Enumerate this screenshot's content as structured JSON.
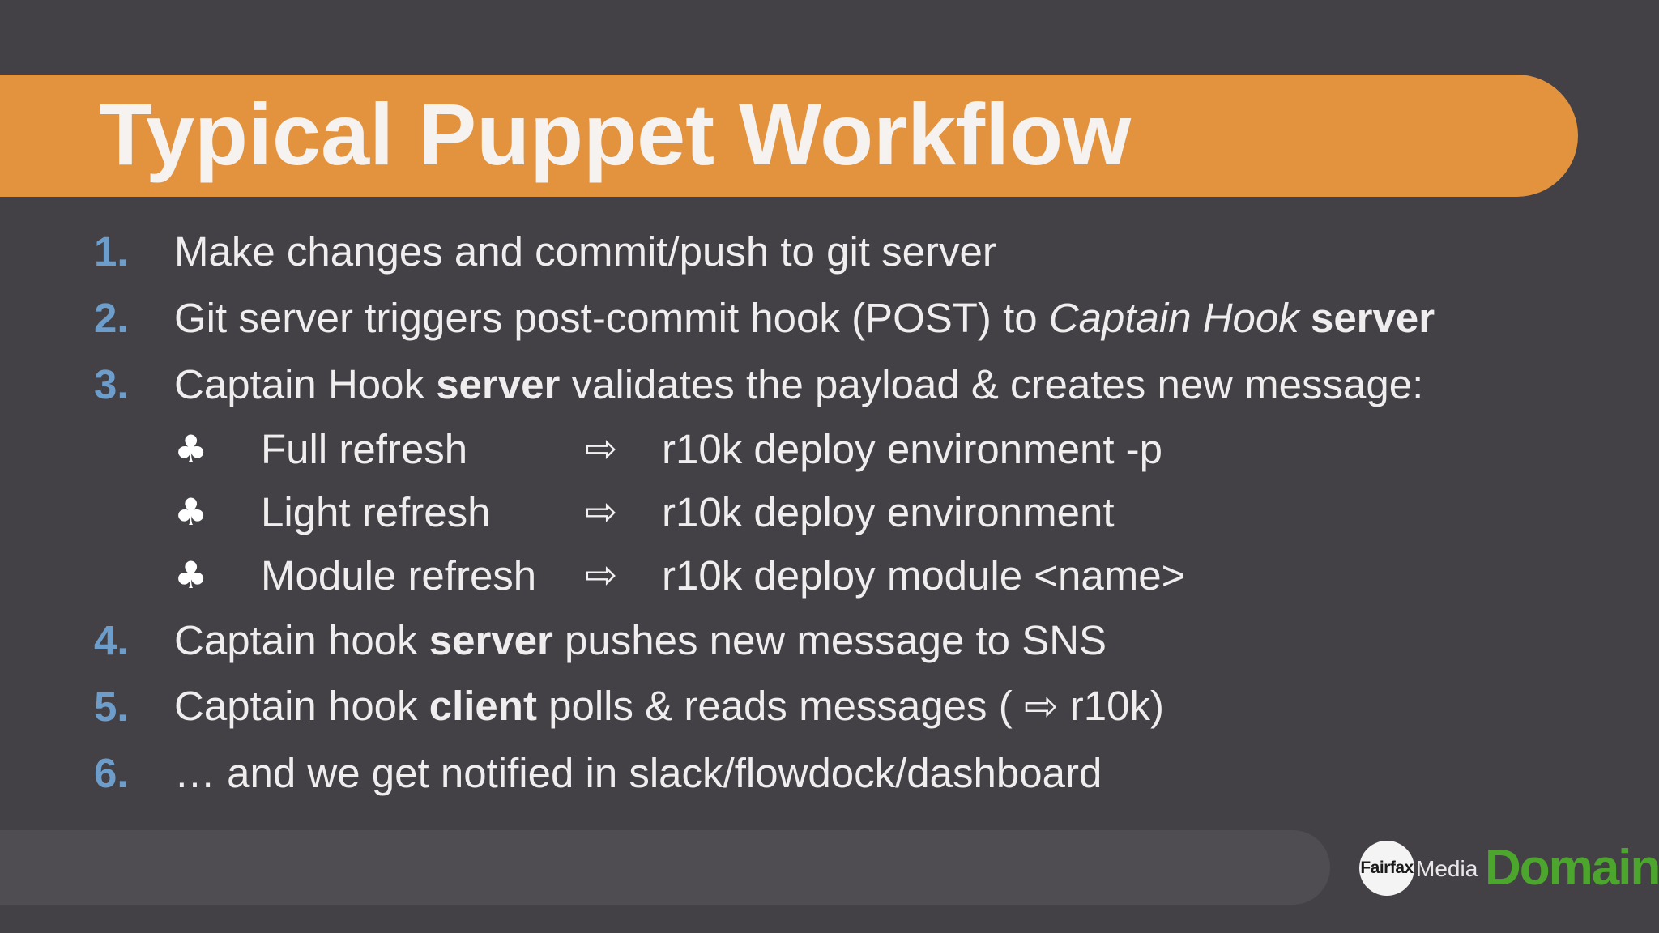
{
  "slide": {
    "title": "Typical Puppet Workflow",
    "list": [
      {
        "number": "1.",
        "parts": [
          {
            "text": "Make changes and commit/push to git server"
          }
        ]
      },
      {
        "number": "2.",
        "parts": [
          {
            "text": "Git server triggers post-commit hook (POST) to "
          },
          {
            "text": "Captain Hook"
          },
          {
            "text": " "
          },
          {
            "text": "server"
          }
        ]
      },
      {
        "number": "3.",
        "parts": [
          {
            "text": "Captain Hook "
          },
          {
            "text": "server"
          },
          {
            "text": " validates the payload & creates new message:"
          }
        ]
      },
      {
        "number": "4.",
        "parts": [
          {
            "text": "Captain hook "
          },
          {
            "text": "server"
          },
          {
            "text": " pushes new message to SNS"
          }
        ]
      },
      {
        "number": "5.",
        "parts": [
          {
            "text": "Captain hook "
          },
          {
            "text": "client"
          },
          {
            "text": " polls & reads messages ( "
          },
          {
            "text": "⇨"
          },
          {
            "text": " r10k)"
          }
        ]
      },
      {
        "number": "6.",
        "parts": [
          {
            "text": "… and we get notified in slack/flowdock/dashboard"
          }
        ]
      }
    ],
    "sub_list": {
      "bullet_icon": "♣",
      "arrow_icon": "⇨",
      "rows": [
        {
          "label": "Full refresh",
          "command": "r10k deploy environment -p"
        },
        {
          "label": "Light refresh",
          "command": "r10k deploy environment"
        },
        {
          "label": "Module refresh",
          "command": "r10k deploy module <name>"
        }
      ]
    }
  },
  "footer": {
    "fairfax_circle_text": "Fairfax",
    "media_text": "Media",
    "domain_text": "Domain"
  },
  "colors": {
    "background": "#444146",
    "banner_orange": "#e3923e",
    "title_text": "#f5f2ef",
    "body_text": "#efedee",
    "number_blue": "#6d9dcb",
    "footer_bar": "#4f4c52",
    "domain_green": "#4ca52d",
    "fairfax_circle": "#f5f4f4",
    "fairfax_text": "#1a1a1a"
  }
}
